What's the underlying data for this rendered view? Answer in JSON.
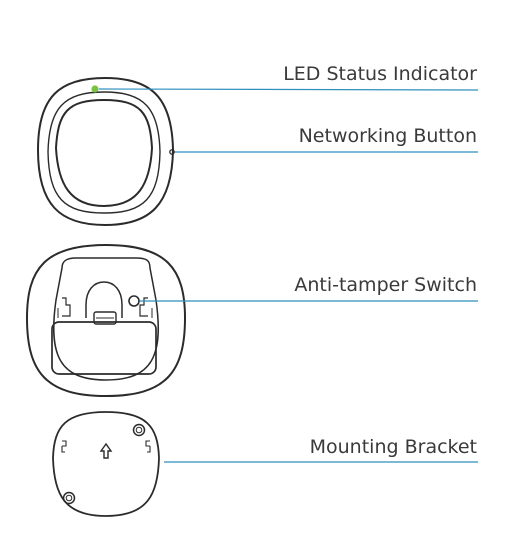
{
  "labels": {
    "led": "LED Status Indicator",
    "networking": "Networking Button",
    "tamper": "Anti-tamper Switch",
    "bracket": "Mounting Bracket"
  },
  "colors": {
    "leader_line": "#2f8fbf",
    "led": "#7cc242",
    "outline": "#2b2b2b",
    "text": "#3a3a3a"
  }
}
